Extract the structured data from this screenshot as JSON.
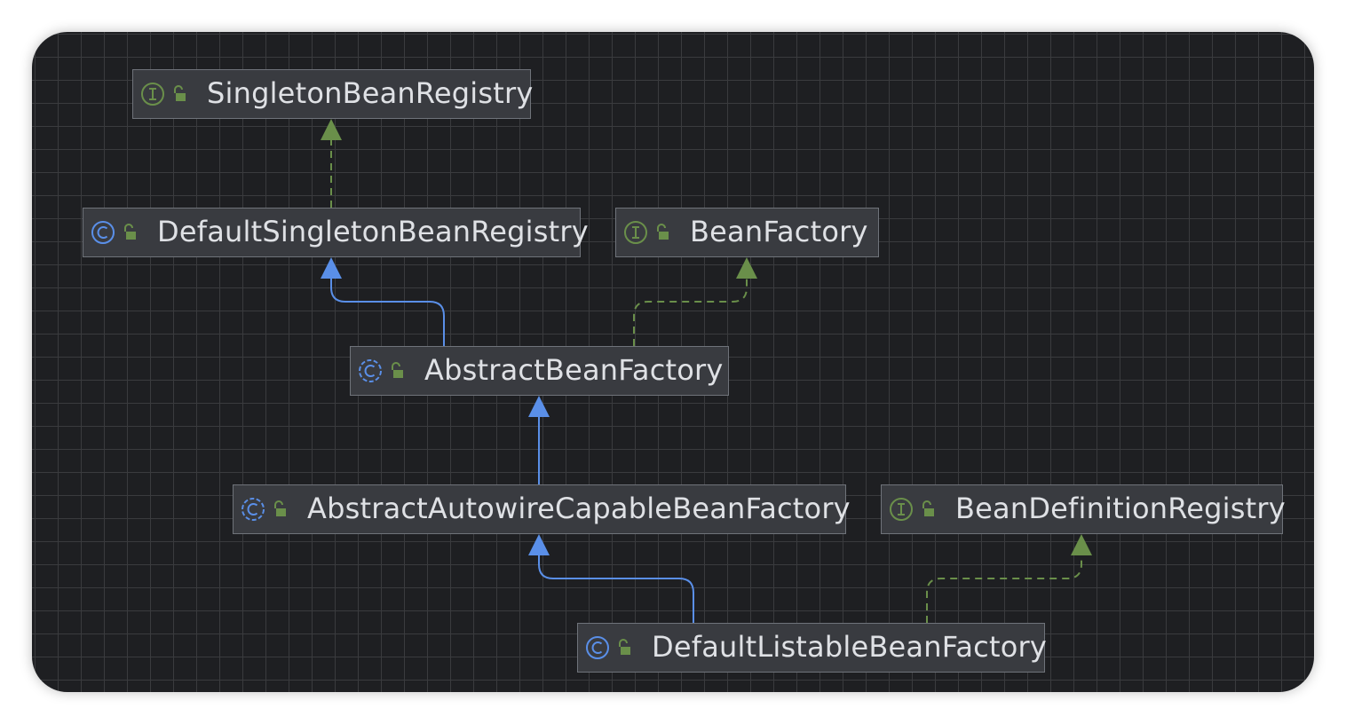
{
  "colors": {
    "interface": "#6a8f4a",
    "class": "#5a8fe8",
    "implements_edge": "#6a8f4a",
    "extends_edge": "#5a8fe8"
  },
  "nodes": {
    "singleton_bean_registry": {
      "label": "SingletonBeanRegistry",
      "kind": "interface",
      "icon": "interface-icon"
    },
    "default_singleton_bean_registry": {
      "label": "DefaultSingletonBeanRegistry",
      "kind": "class",
      "icon": "class-icon"
    },
    "bean_factory": {
      "label": "BeanFactory",
      "kind": "interface",
      "icon": "interface-icon"
    },
    "abstract_bean_factory": {
      "label": "AbstractBeanFactory",
      "kind": "abstract-class",
      "icon": "abstract-class-icon"
    },
    "abstract_autowire_capable_bean_factory": {
      "label": "AbstractAutowireCapableBeanFactory",
      "kind": "abstract-class",
      "icon": "abstract-class-icon"
    },
    "bean_definition_registry": {
      "label": "BeanDefinitionRegistry",
      "kind": "interface",
      "icon": "interface-icon"
    },
    "default_listable_bean_factory": {
      "label": "DefaultListableBeanFactory",
      "kind": "class",
      "icon": "class-icon"
    }
  },
  "edges": [
    {
      "from": "default_singleton_bean_registry",
      "to": "singleton_bean_registry",
      "type": "implements"
    },
    {
      "from": "abstract_bean_factory",
      "to": "default_singleton_bean_registry",
      "type": "extends"
    },
    {
      "from": "abstract_bean_factory",
      "to": "bean_factory",
      "type": "implements"
    },
    {
      "from": "abstract_autowire_capable_bean_factory",
      "to": "abstract_bean_factory",
      "type": "extends"
    },
    {
      "from": "default_listable_bean_factory",
      "to": "abstract_autowire_capable_bean_factory",
      "type": "extends"
    },
    {
      "from": "default_listable_bean_factory",
      "to": "bean_definition_registry",
      "type": "implements"
    }
  ]
}
